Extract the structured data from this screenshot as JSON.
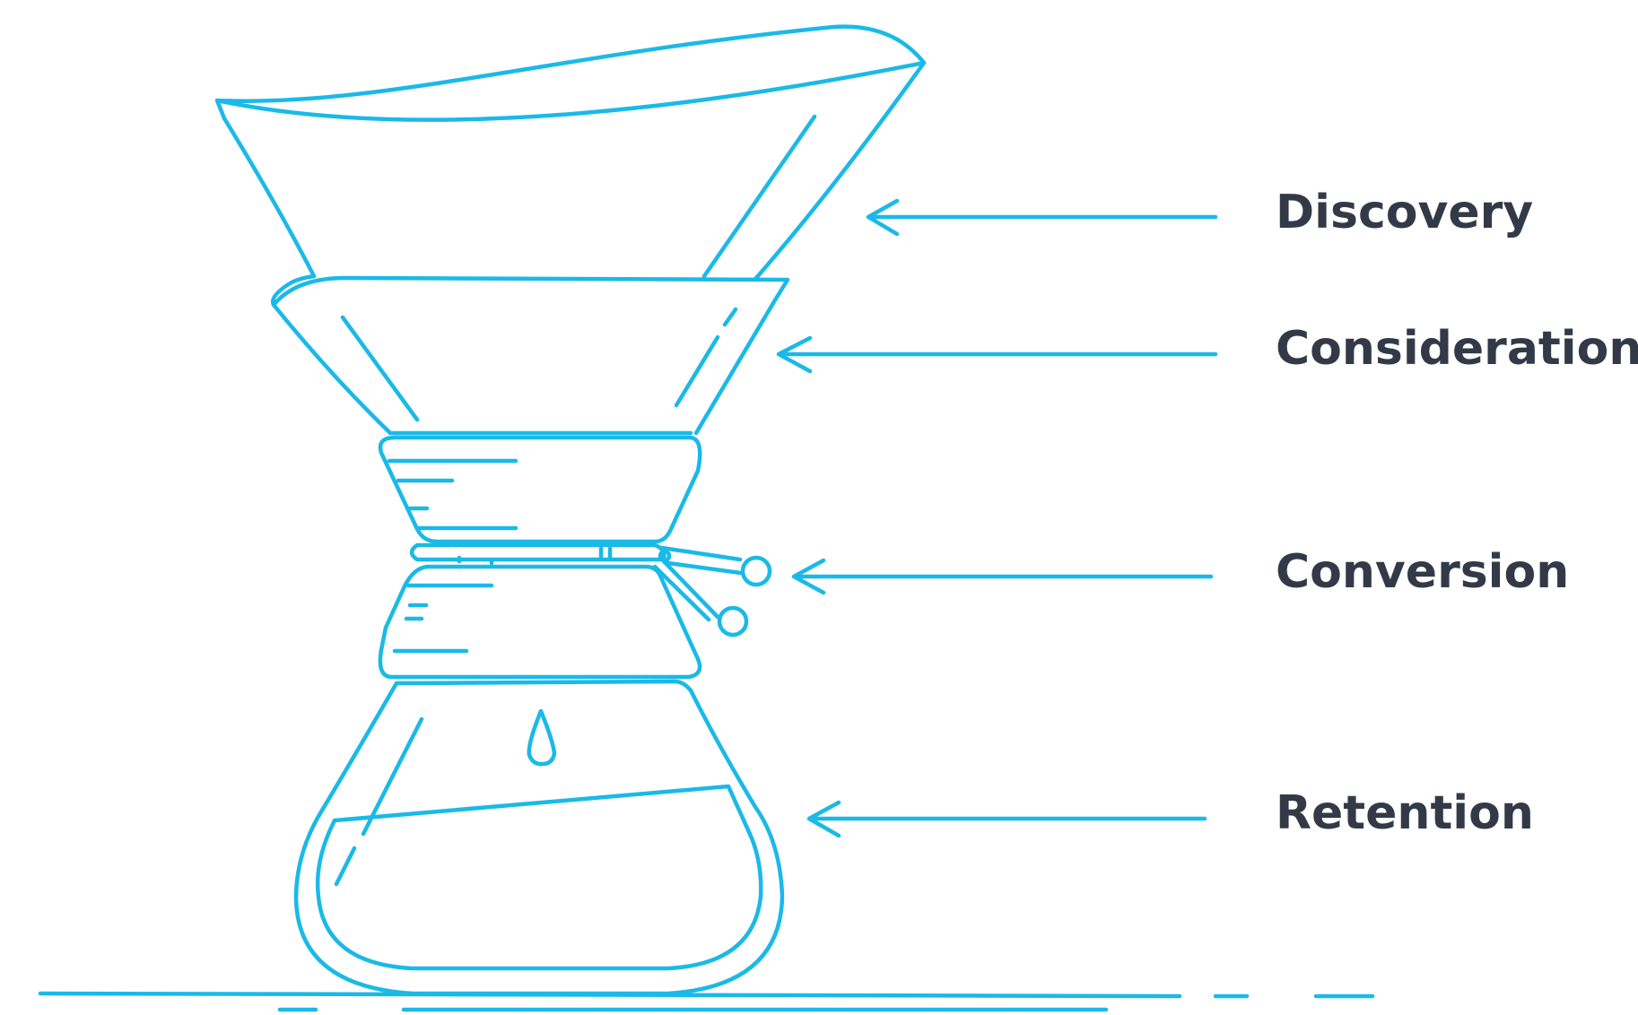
{
  "colors": {
    "line": "#1ab9e8",
    "text": "#333a47"
  },
  "stages": [
    {
      "label": "Discovery"
    },
    {
      "label": "Consideration"
    },
    {
      "label": "Conversion"
    },
    {
      "label": "Retention"
    }
  ]
}
